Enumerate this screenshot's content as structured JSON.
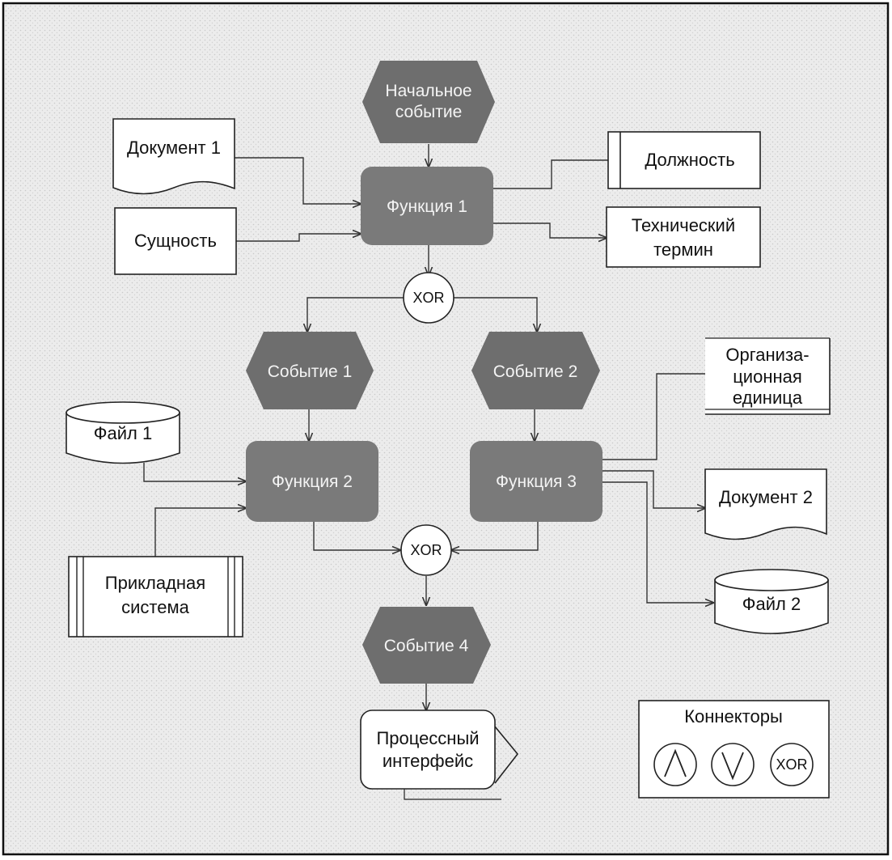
{
  "diagram": {
    "events": {
      "start": [
        "Начальное",
        "событие"
      ],
      "event1": "Событие 1",
      "event2": "Событие 2",
      "event4": "Событие 4"
    },
    "functions": {
      "f1": "Функция 1",
      "f2": "Функция 2",
      "f3": "Функция 3"
    },
    "operators": {
      "xor_top": "XOR",
      "xor_bottom": "XOR"
    },
    "objects": {
      "document1": "Документ 1",
      "document2": "Документ 2",
      "entity": "Сущность",
      "position": "Должность",
      "tech_term": [
        "Технический",
        "термин"
      ],
      "org_unit": [
        "Организа-",
        "ционная",
        "единица"
      ],
      "file1": "Файл 1",
      "file2": "Файл 2",
      "app_system": [
        "Прикладная",
        "система"
      ],
      "process_interface": [
        "Процессный",
        "интерфейс"
      ]
    },
    "legend": {
      "title": "Коннекторы",
      "and_symbol": "∧",
      "or_symbol": "∨",
      "xor_label": "XOR"
    },
    "colors": {
      "background": "#e9e9e9",
      "event_fill": "#6e6e6e",
      "function_fill": "#7a7a7a",
      "line": "#333333"
    }
  }
}
